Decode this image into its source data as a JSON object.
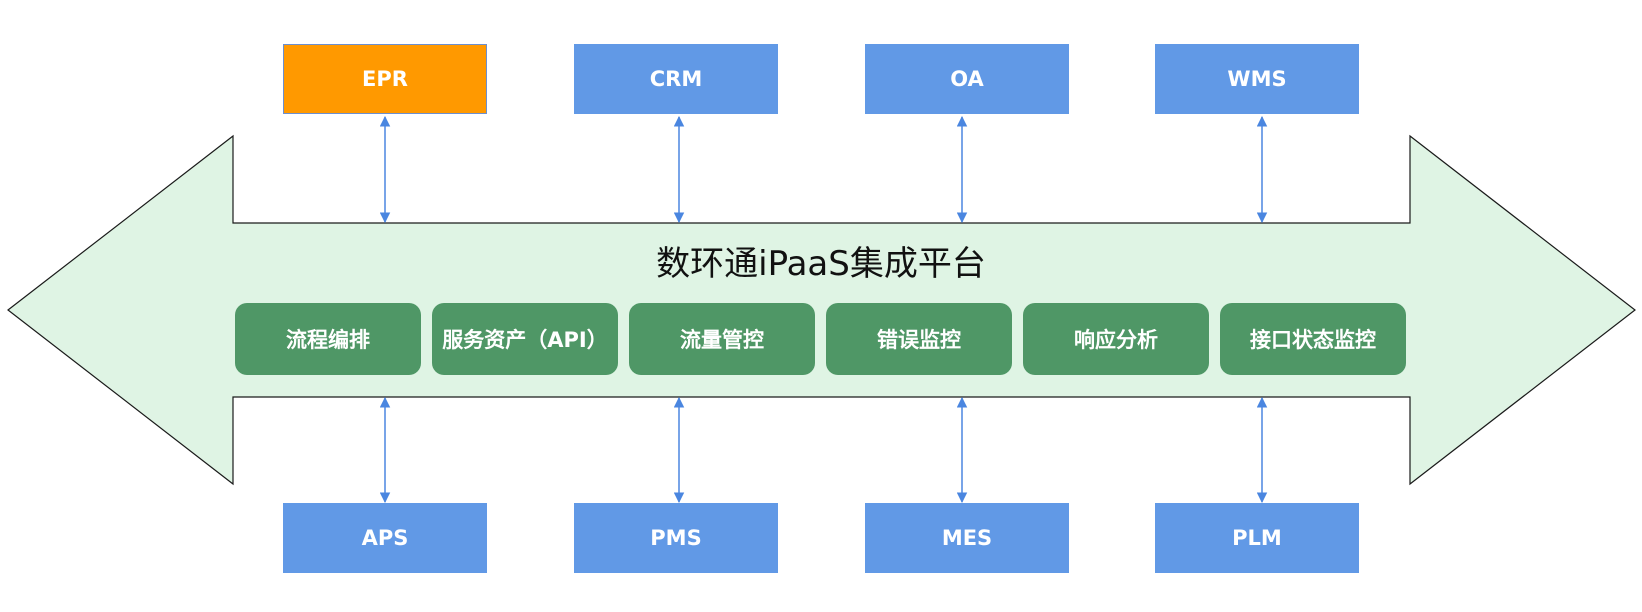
{
  "platform": {
    "title": "数环通iPaaS集成平台",
    "features": [
      "流程编排",
      "服务资产（API）",
      "流量管控",
      "错误监控",
      "响应分析",
      "接口状态监控"
    ]
  },
  "systems_top": [
    {
      "label": "EPR",
      "color": "#ff9900"
    },
    {
      "label": "CRM",
      "color": "#6199e6"
    },
    {
      "label": "OA",
      "color": "#6199e6"
    },
    {
      "label": "WMS",
      "color": "#6199e6"
    }
  ],
  "systems_bottom": [
    {
      "label": "APS",
      "color": "#6199e6"
    },
    {
      "label": "PMS",
      "color": "#6199e6"
    },
    {
      "label": "MES",
      "color": "#6199e6"
    },
    {
      "label": "PLM",
      "color": "#6199e6"
    }
  ],
  "colors": {
    "arrow_fill": "#dff4e4",
    "connector": "#4a86e0",
    "feature_fill": "#4f9766"
  }
}
